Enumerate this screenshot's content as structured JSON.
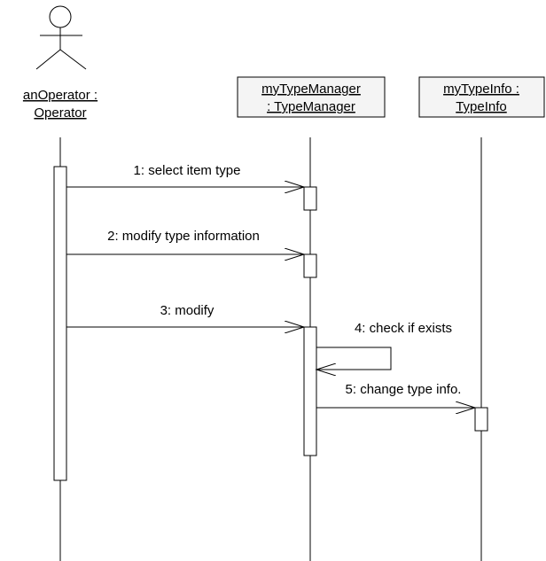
{
  "actor": {
    "name_line1": "anOperator :",
    "name_line2": "Operator"
  },
  "objects": [
    {
      "line1": "myTypeManager",
      "line2": ": TypeManager"
    },
    {
      "line1": "myTypeInfo :",
      "line2": "TypeInfo"
    }
  ],
  "messages": [
    {
      "label": "1: select item type"
    },
    {
      "label": "2: modify type information"
    },
    {
      "label": "3: modify"
    },
    {
      "label": "4: check if exists"
    },
    {
      "label": "5: change type info."
    }
  ]
}
